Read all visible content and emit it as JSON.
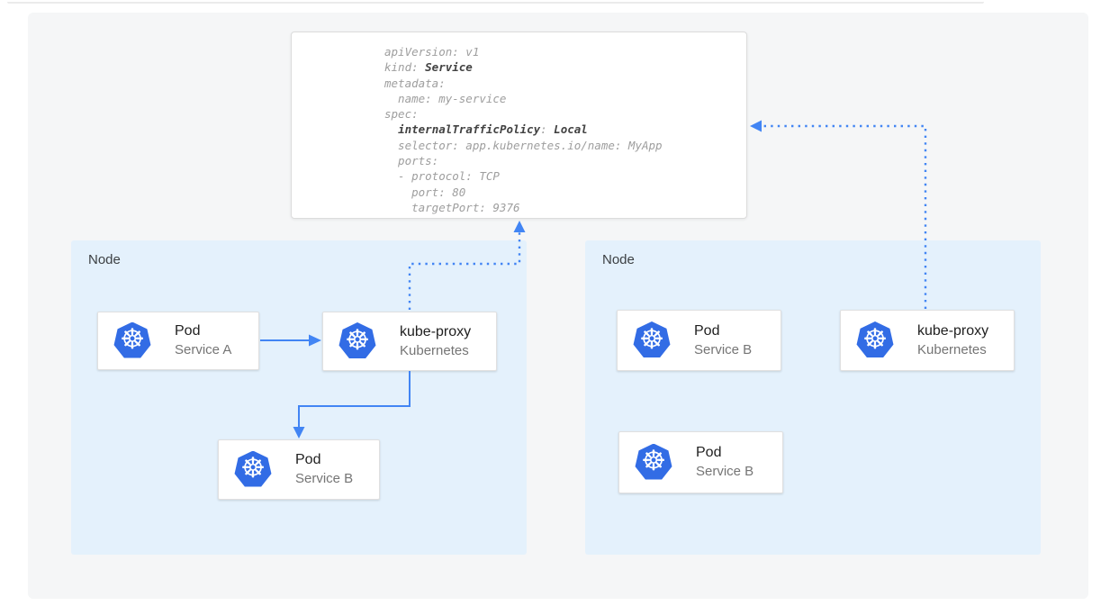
{
  "colors": {
    "accent_blue": "#4285f4",
    "kubernetes_blue": "#326ce5",
    "node_background": "#e4f1fc",
    "panel_background": "#f5f6f7"
  },
  "yaml_panel": {
    "lines": [
      {
        "segments": [
          {
            "t": "apiVersion: v1",
            "b": false
          }
        ]
      },
      {
        "segments": [
          {
            "t": "kind: ",
            "b": false
          },
          {
            "t": "Service",
            "b": true
          }
        ]
      },
      {
        "segments": [
          {
            "t": "metadata:",
            "b": false
          }
        ]
      },
      {
        "segments": [
          {
            "t": "  name: my-service",
            "b": false
          }
        ]
      },
      {
        "segments": [
          {
            "t": "spec:",
            "b": false
          }
        ]
      },
      {
        "segments": [
          {
            "t": "  ",
            "b": false
          },
          {
            "t": "internalTrafficPolicy",
            "b": true
          },
          {
            "t": ": ",
            "b": false
          },
          {
            "t": "Local",
            "b": true
          }
        ]
      },
      {
        "segments": [
          {
            "t": "  selector: app.kubernetes.io/name: MyApp",
            "b": false
          }
        ]
      },
      {
        "segments": [
          {
            "t": "  ports:",
            "b": false
          }
        ]
      },
      {
        "segments": [
          {
            "t": "  - protocol: TCP",
            "b": false
          }
        ]
      },
      {
        "segments": [
          {
            "t": "    port: 80",
            "b": false
          }
        ]
      },
      {
        "segments": [
          {
            "t": "    targetPort: 9376",
            "b": false
          }
        ]
      }
    ]
  },
  "nodes": [
    {
      "label": "Node",
      "cards": [
        {
          "icon": "kubernetes-icon",
          "title": "Pod",
          "subtitle": "Service A"
        },
        {
          "icon": "kubernetes-icon",
          "title": "kube-proxy",
          "subtitle": "Kubernetes"
        },
        {
          "icon": "kubernetes-icon",
          "title": "Pod",
          "subtitle": "Service B"
        }
      ]
    },
    {
      "label": "Node",
      "cards": [
        {
          "icon": "kubernetes-icon",
          "title": "Pod",
          "subtitle": "Service B"
        },
        {
          "icon": "kubernetes-icon",
          "title": "kube-proxy",
          "subtitle": "Kubernetes"
        },
        {
          "icon": "kubernetes-icon",
          "title": "Pod",
          "subtitle": "Service B"
        }
      ]
    }
  ],
  "arrows": [
    {
      "name": "pod-service-a-to-kube-proxy",
      "style": "solid"
    },
    {
      "name": "kube-proxy-to-pod-service-b",
      "style": "solid"
    },
    {
      "name": "kube-proxy-left-to-service-yaml",
      "style": "dotted"
    },
    {
      "name": "kube-proxy-right-to-service-yaml",
      "style": "dotted"
    }
  ]
}
